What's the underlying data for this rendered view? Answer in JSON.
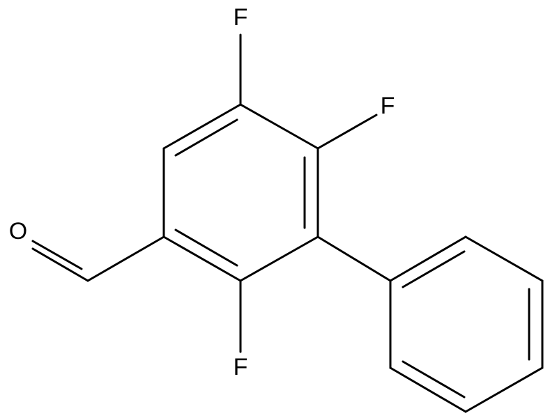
{
  "molecule": {
    "atoms": {
      "f_top": "F",
      "f_right": "F",
      "f_bottom": "F",
      "o_aldehyde": "O"
    }
  }
}
